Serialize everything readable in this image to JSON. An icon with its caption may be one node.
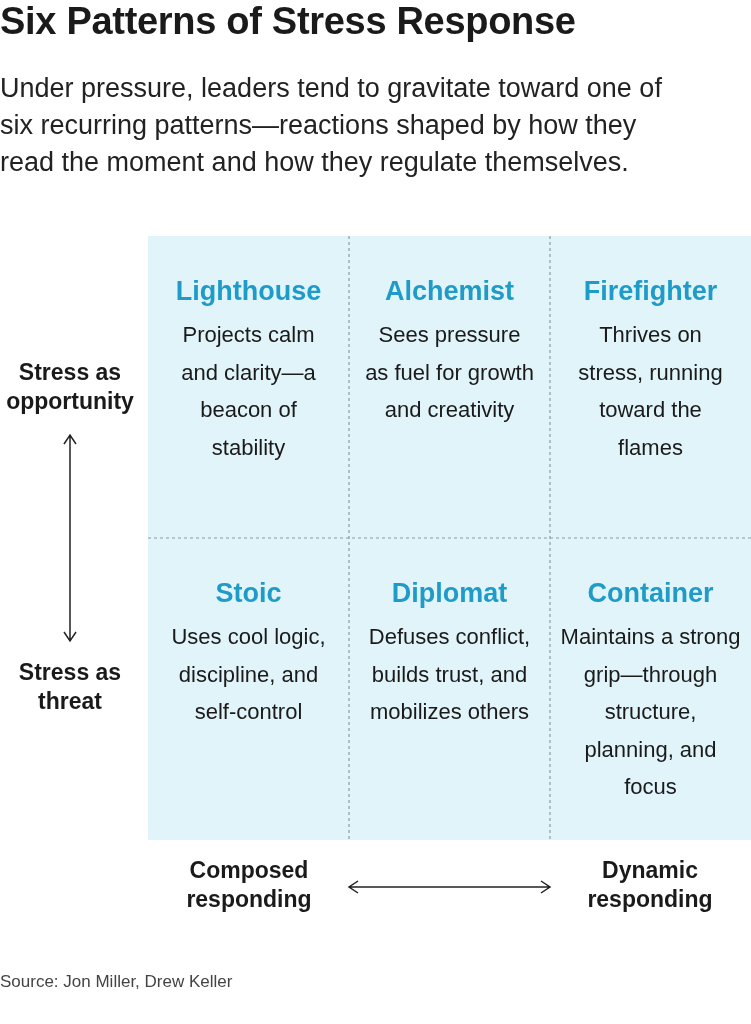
{
  "diagram": {
    "title": "Six Patterns of Stress Response",
    "caption": "Under pressure, leaders tend to gravitate toward one of six recurring patterns—reactions shaped by how they read the moment and how they regulate themselves.",
    "nodes": [
      {
        "text": [
          "Lighthouse",
          "Projects calm and clarity—a beacon of stability"
        ]
      },
      {
        "text": [
          "Alchemist",
          "Sees pressure as fuel for growth and creativity"
        ]
      },
      {
        "text": [
          "Firefighter",
          "Thrives on stress, running toward the flames"
        ]
      },
      {
        "text": [
          "Stoic",
          "Uses cool logic, discipline, and self-control"
        ]
      },
      {
        "text": [
          "Diplomat",
          "Defuses conflict, builds trust, and mobilizes others"
        ]
      },
      {
        "text": [
          "Container",
          "Maintains a strong grip—through structure, planning, and focus"
        ]
      }
    ],
    "labels": [
      "Stress as opportunity",
      "Stress as threat",
      "Composed responding",
      "Dynamic responding",
      "Source: Jon Miller, Drew Keller"
    ]
  }
}
